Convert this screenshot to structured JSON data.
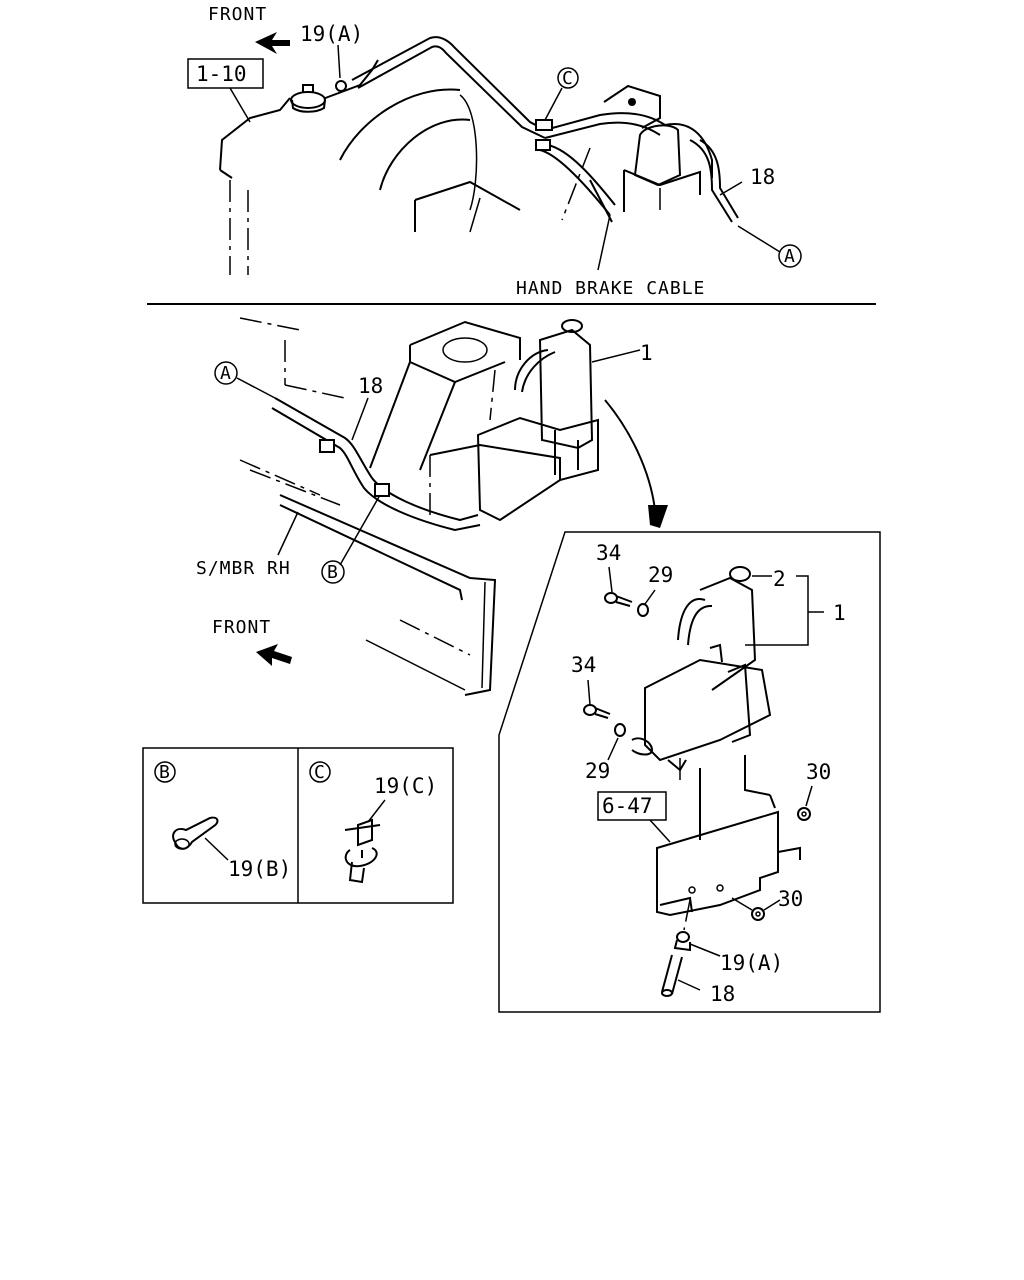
{
  "labels": {
    "front_top": "FRONT",
    "front_mid": "FRONT",
    "ref_1_10": "1-10",
    "ref_6_47": "6-47",
    "hand_brake_cable": "HAND BRAKE CABLE",
    "s_mbr_rh": "S/MBR RH",
    "part_1_upper": "1",
    "part_1_detail": "1",
    "part_2": "2",
    "part_18_top": "18",
    "part_18_mid": "18",
    "part_18_detail": "18",
    "part_19a_top": "19(A)",
    "part_19a_detail": "19(A)",
    "part_19b": "19(B)",
    "part_19c": "19(C)",
    "part_29_upper": "29",
    "part_29_lower": "29",
    "part_30_upper": "30",
    "part_30_lower": "30",
    "part_34_upper": "34",
    "part_34_lower": "34"
  },
  "callouts": {
    "a_top": "A",
    "a_mid": "A",
    "b_mid": "B",
    "b_inset": "B",
    "c_top": "C",
    "c_inset": "C"
  },
  "icons": {
    "front_arrow": "front-arrow-icon",
    "leader_arrow": "curved-leader-arrow-icon"
  },
  "colors": {
    "line": "#000000",
    "background": "#ffffff"
  }
}
